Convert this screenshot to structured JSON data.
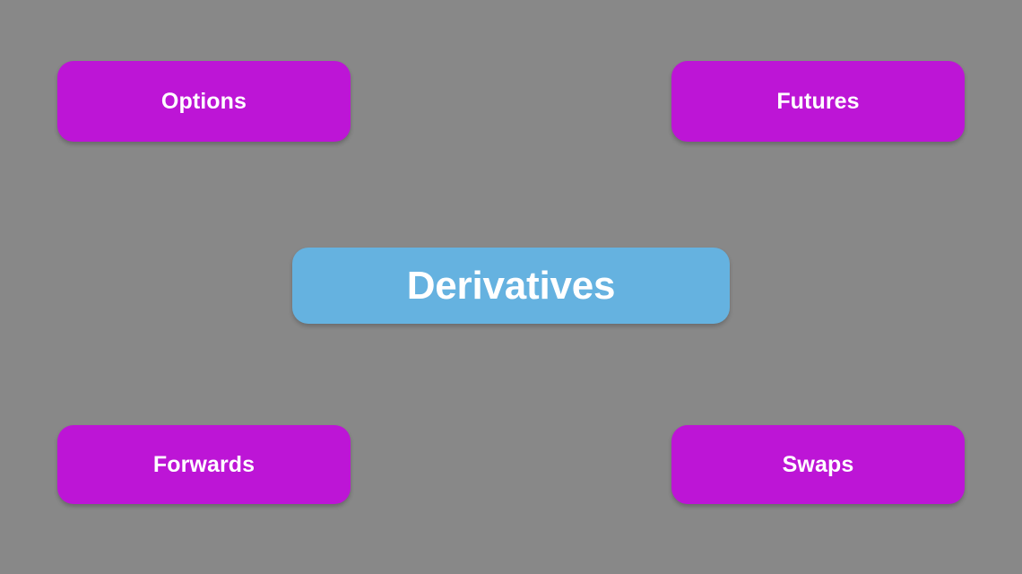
{
  "diagram": {
    "type": "hub-and-spoke",
    "title": "Derivatives",
    "background_color": "#888888",
    "center": {
      "id": "derivatives",
      "label": "Derivatives",
      "fill_color": "#65b2e0",
      "text_color": "#ffffff"
    },
    "leaf_fill_color": "#bd15d6",
    "leaf_text_color": "#ffffff",
    "nodes": [
      {
        "id": "options",
        "label": "Options",
        "position": "top-left"
      },
      {
        "id": "futures",
        "label": "Futures",
        "position": "top-right"
      },
      {
        "id": "forwards",
        "label": "Forwards",
        "position": "bottom-left"
      },
      {
        "id": "swaps",
        "label": "Swaps",
        "position": "bottom-right"
      }
    ]
  }
}
